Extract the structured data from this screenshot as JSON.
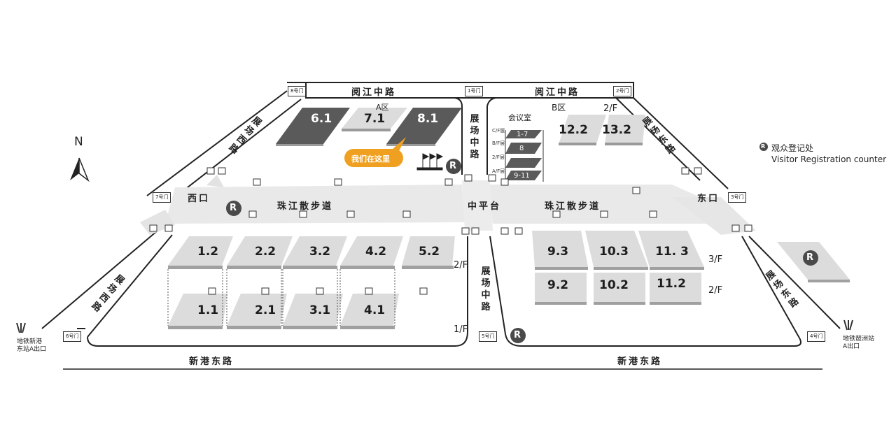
{
  "roads": {
    "north_left": "阅江中路",
    "north_right": "阅江中路",
    "south_left": "新港东路",
    "south_right": "新港东路",
    "west_upper": "展场西路",
    "west_lower": "展场西路",
    "east_upper": "展场东路",
    "east_lower": "展场东路",
    "center_upper": "展场中路",
    "center_lower": "展场中路"
  },
  "gates": {
    "g1": "1号门",
    "g2": "2号门",
    "g3": "3号门",
    "g4": "4号门",
    "g5": "5号门",
    "g6": "6号门",
    "g7": "7号门",
    "g8": "8号门"
  },
  "entrances": {
    "west": "西口",
    "east": "东口"
  },
  "walkways": {
    "left": "珠江散步道",
    "right": "珠江散步道",
    "center": "中平台"
  },
  "zones": {
    "a": "A区",
    "b": "B区"
  },
  "halls": {
    "h6_1": "6.1",
    "h7_1": "7.1",
    "h8_1": "8.1",
    "h12_2": "12.2",
    "h13_2": "13.2",
    "h1_2": "1.2",
    "h2_2": "2.2",
    "h3_2": "3.2",
    "h4_2": "4.2",
    "h5_2": "5.2",
    "h1_1": "1.1",
    "h2_1": "2.1",
    "h3_1": "3.1",
    "h4_1": "4.1",
    "h9_3": "9.3",
    "h10_3": "10.3",
    "h11_3": "11. 3",
    "h9_2": "9.2",
    "h10_2": "10.2",
    "h11_2": "11.2"
  },
  "floors": {
    "b_top": "2/F",
    "left_2f": "2/F",
    "left_1f": "1/F",
    "right_3f": "3/F",
    "right_2f": "2/F"
  },
  "meeting": {
    "title": "会议室",
    "levels": [
      "C/F层",
      "B/F层",
      "2/F层",
      "A/F层"
    ],
    "rooms": [
      "1-7",
      "8",
      "",
      "9-11"
    ]
  },
  "marker": {
    "you_are_here": "我们在这里"
  },
  "legend": {
    "symbol": "R",
    "label_cn": "观众登记处",
    "label_en": "Visitor Registration counter"
  },
  "registration_symbol": "R",
  "compass": "N",
  "metro": {
    "left": "地铁新港\n东站A出口",
    "right": "地铁琶洲站\nA出口"
  },
  "colors": {
    "dark_hall": "#5a5a5a",
    "light_hall": "#dcdcdc",
    "walkway": "#e8e8e8",
    "marker": "#f0a020"
  }
}
